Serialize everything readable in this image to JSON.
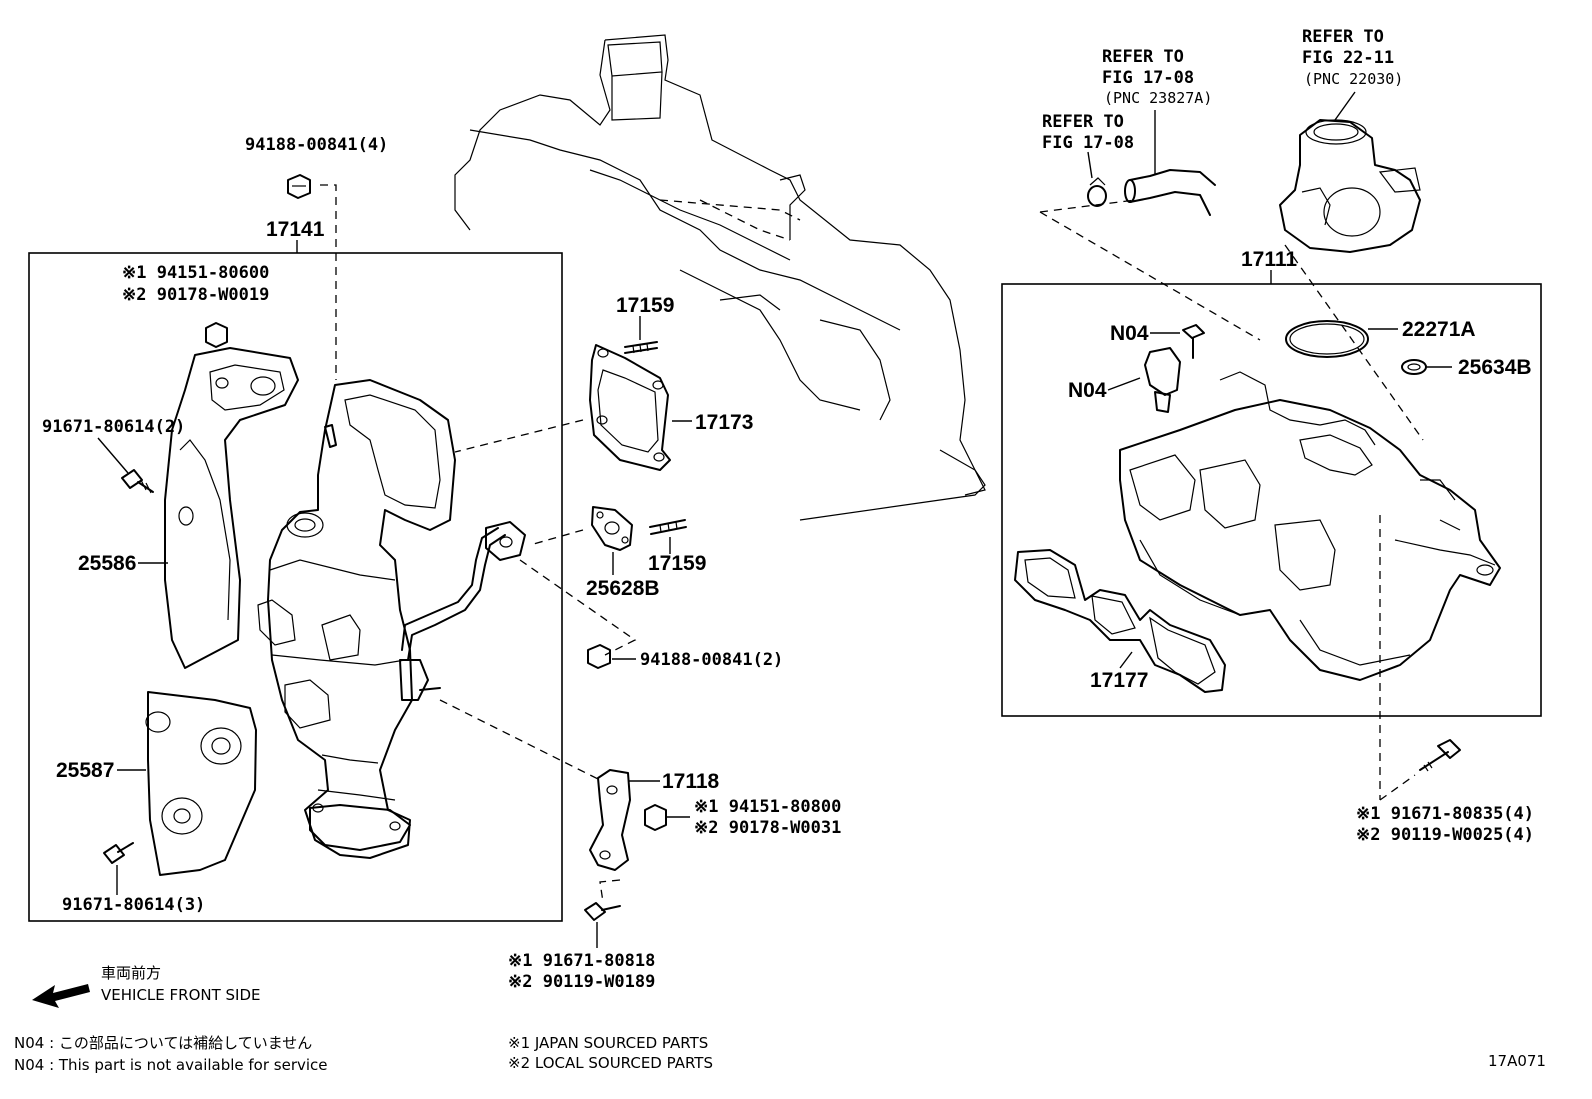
{
  "labels": {
    "p94188_00841_4": "94188-00841(4)",
    "p17141": "17141",
    "ref1_1": "※1 94151-80600",
    "ref1_2": "※2 90178-W0019",
    "p91671_80614_2": "91671-80614(2)",
    "p25586": "25586",
    "p25587": "25587",
    "p91671_80614_3": "91671-80614(3)",
    "p17159_a": "17159",
    "p17173": "17173",
    "p25628B": "25628B",
    "p17159_b": "17159",
    "p94188_00841_2": "94188-00841(2)",
    "p17118": "17118",
    "r17118_1": "※1 94151-80800",
    "r17118_2": "※2 90178-W0031",
    "rb_1": "※1 91671-80818",
    "rb_2": "※2 90119-W0189",
    "refer1_a": "REFER TO",
    "refer1_b": "FIG 17-08",
    "refer1_c": "(PNC 23827A)",
    "refer2_a": "REFER TO",
    "refer2_b": "FIG 17-08",
    "refer3_a": "REFER TO",
    "refer3_b": "FIG 22-11",
    "refer3_c": "(PNC 22030)",
    "p17111": "17111",
    "n04_a": "N04",
    "n04_b": "N04",
    "p22271A": "22271A",
    "p25634B": "25634B",
    "p17177": "17177",
    "rr_1": "※1 91671-80835(4)",
    "rr_2": "※2 90119-W0025(4)"
  },
  "legend": {
    "front_jp": "車両前方",
    "front_en": "VEHICLE FRONT SIDE",
    "n04_jp": "N04 : この部品については補給していません",
    "n04_en": "N04 : This part is not available for service",
    "src1": "※1  JAPAN SOURCED PARTS",
    "src2": "※2  LOCAL SOURCED PARTS",
    "fig_code": "17A071"
  }
}
